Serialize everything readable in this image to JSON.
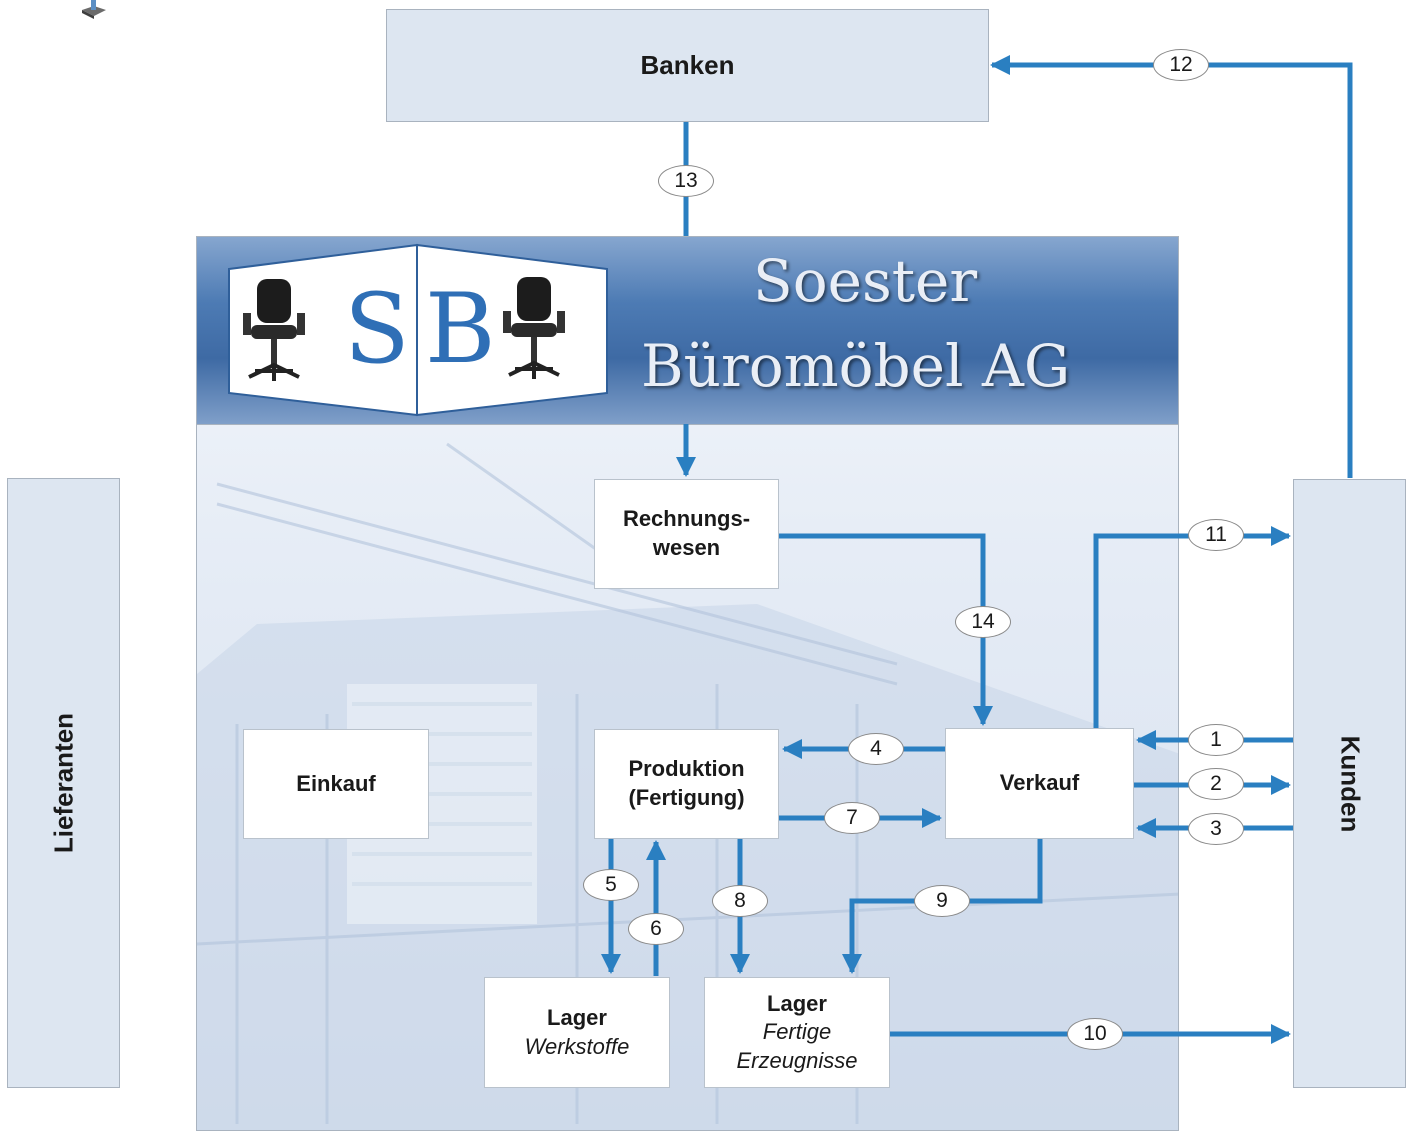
{
  "colors": {
    "arrow": "#2a7fc1",
    "box_fill": "#dde6f1",
    "accent_blue": "#2f6fb6"
  },
  "external": {
    "banken": "Banken",
    "lieferanten": "Lieferanten",
    "kunden": "Kunden"
  },
  "company": {
    "logo_letters": [
      "S",
      "B"
    ],
    "name_line1": "Soester",
    "name_line2": "Büromöbel AG",
    "icons": [
      "office-chair-icon",
      "office-chair-icon"
    ]
  },
  "departments": {
    "rechnungswesen": [
      "Rechnungs-",
      "wesen"
    ],
    "einkauf": "Einkauf",
    "produktion": [
      "Produktion",
      "(Fertigung)"
    ],
    "verkauf": "Verkauf",
    "lager_werkstoffe": {
      "title": "Lager",
      "subtitle": "Werkstoffe"
    },
    "lager_erzeugnisse": {
      "title": "Lager",
      "subtitle": [
        "Fertige",
        "Erzeugnisse"
      ]
    }
  },
  "flows": [
    "1",
    "2",
    "3",
    "4",
    "5",
    "6",
    "7",
    "8",
    "9",
    "10",
    "11",
    "12",
    "13",
    "14"
  ]
}
